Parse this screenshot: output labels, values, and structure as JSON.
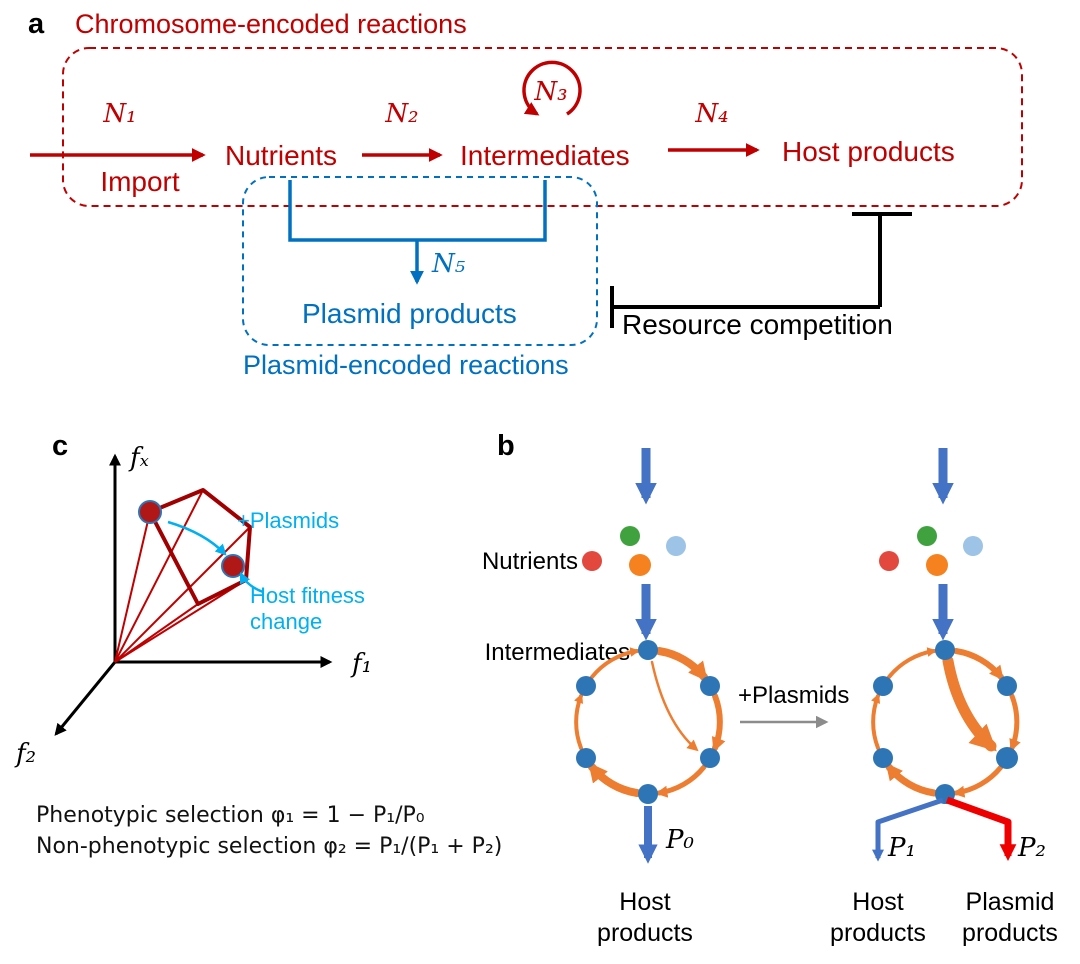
{
  "panel_a": {
    "label": "a",
    "title": "Chromosome-encoded reactions",
    "import_label": "Import",
    "nutrients": "Nutrients",
    "intermediates": "Intermediates",
    "host_products": "Host products",
    "plasmid_products": "Plasmid products",
    "plasmid_box_label": "Plasmid-encoded reactions",
    "resource_competition": "Resource competition",
    "rates": {
      "n1": "N₁",
      "n2": "N₂",
      "n3": "N₃",
      "n4": "N₄",
      "n5": "N₅"
    }
  },
  "panel_b": {
    "label": "b",
    "nutrients": "Nutrients",
    "intermediates": "Intermediates",
    "plus_plasmids": "+Plasmids",
    "fluxes": {
      "p0": "P₀",
      "p1": "P₁",
      "p2": "P₂"
    },
    "host_products_line1": "Host",
    "host_products_line2": "products",
    "plasmid_products_line1": "Plasmid",
    "plasmid_products_line2": "products"
  },
  "panel_c": {
    "label": "c",
    "axes": {
      "fx": "fₓ",
      "f1": "f₁",
      "f2": "f₂"
    },
    "plus_plasmids": "+Plasmids",
    "host_fitness_line1": "Host fitness",
    "host_fitness_line2": "change",
    "equation1": "Phenotypic selection φ₁ = 1 − P₁/P₀",
    "equation2": "Non-phenotypic selection φ₂ = P₁/(P₁ + P₂)"
  },
  "colors": {
    "chromosome_red": "#C00000",
    "plasmid_blue": "#0070C0",
    "cyan": "#00B0F0",
    "flux_orange": "#ED7D31",
    "arrow_blue": "#4472C4",
    "node_blue": "#2E75B6",
    "product_red": "#EE0000"
  }
}
